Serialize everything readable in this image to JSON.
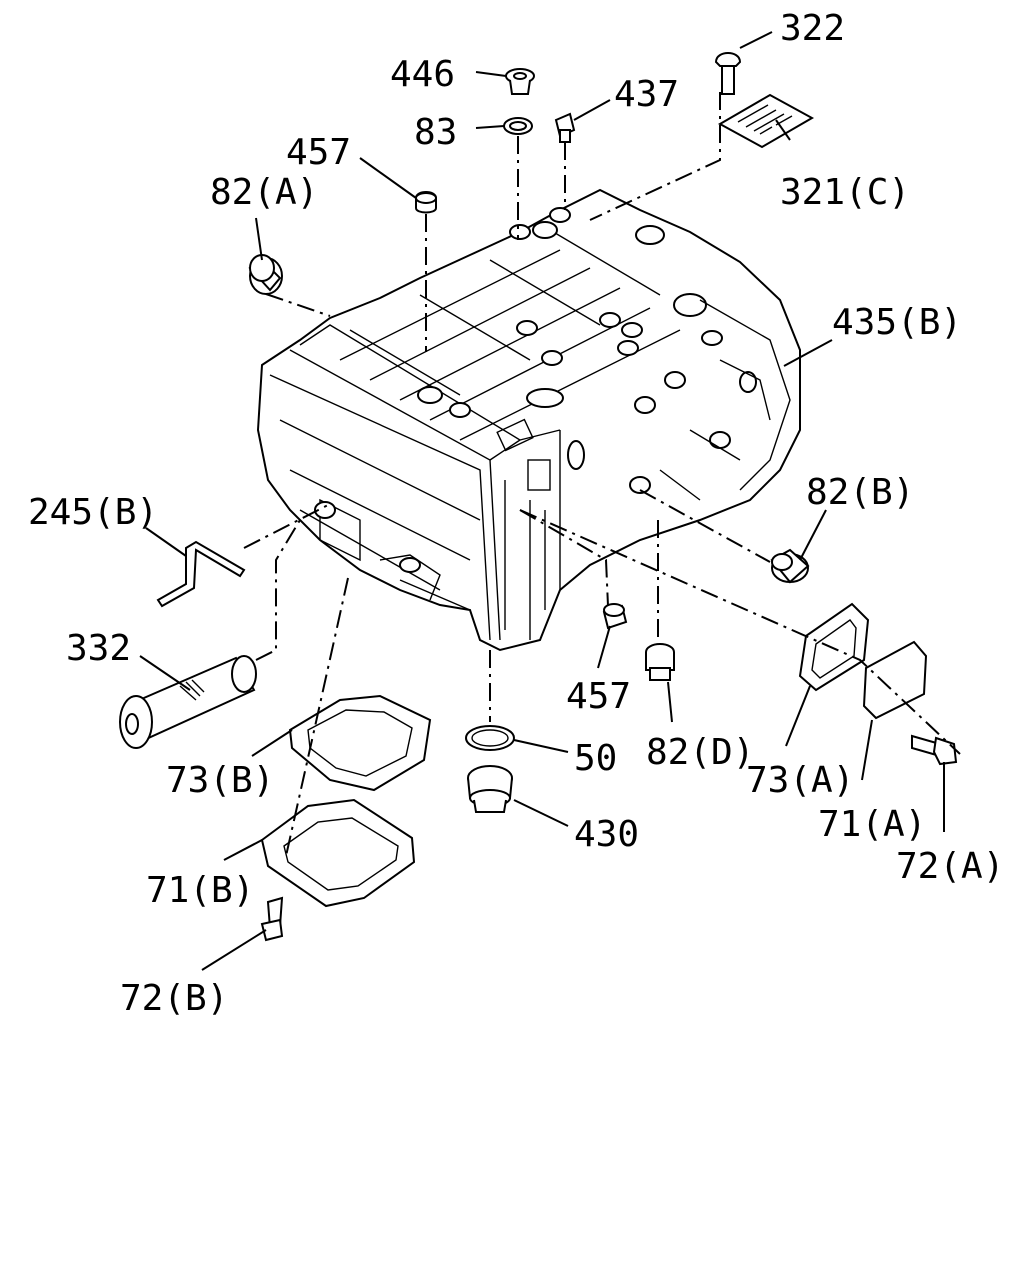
{
  "callouts": {
    "c322": "322",
    "c446": "446",
    "c437": "437",
    "c83": "83",
    "c457_top": "457",
    "c82a": "82(A)",
    "c321c": "321(C)",
    "c435b": "435(B)",
    "c245b": "245(B)",
    "c82b": "82(B)",
    "c332": "332",
    "c457_bottom": "457",
    "c82d": "82(D)",
    "c73a": "73(A)",
    "c73b": "73(B)",
    "c50": "50",
    "c430": "430",
    "c71a": "71(A)",
    "c72a": "72(A)",
    "c71b": "71(B)",
    "c72b": "72(B)"
  }
}
